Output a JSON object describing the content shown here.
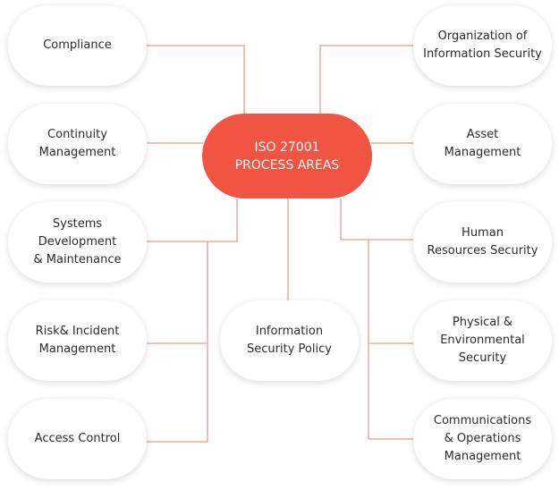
{
  "center": {
    "title": "ISO 27001\nPROCESS AREAS"
  },
  "left_nodes": [
    {
      "label": "Compliance"
    },
    {
      "label": "Continuity\nManagement"
    },
    {
      "label": "Systems\nDevelopment\n& Maintenance"
    },
    {
      "label": "Risk& Incident\nManagement"
    },
    {
      "label": "Access Control"
    }
  ],
  "middle_node": {
    "label": "Information\nSecurity Policy"
  },
  "right_nodes": [
    {
      "label": "Organization of\nInformation Security"
    },
    {
      "label": "Asset\nManagement"
    },
    {
      "label": "Human\nResources Security"
    },
    {
      "label": "Physical &\nEnvironmental\nSecurity"
    },
    {
      "label": "Communications\n& Operations\nManagement"
    }
  ],
  "colors": {
    "accent": "#f05442",
    "connector": "#ef9a91"
  }
}
